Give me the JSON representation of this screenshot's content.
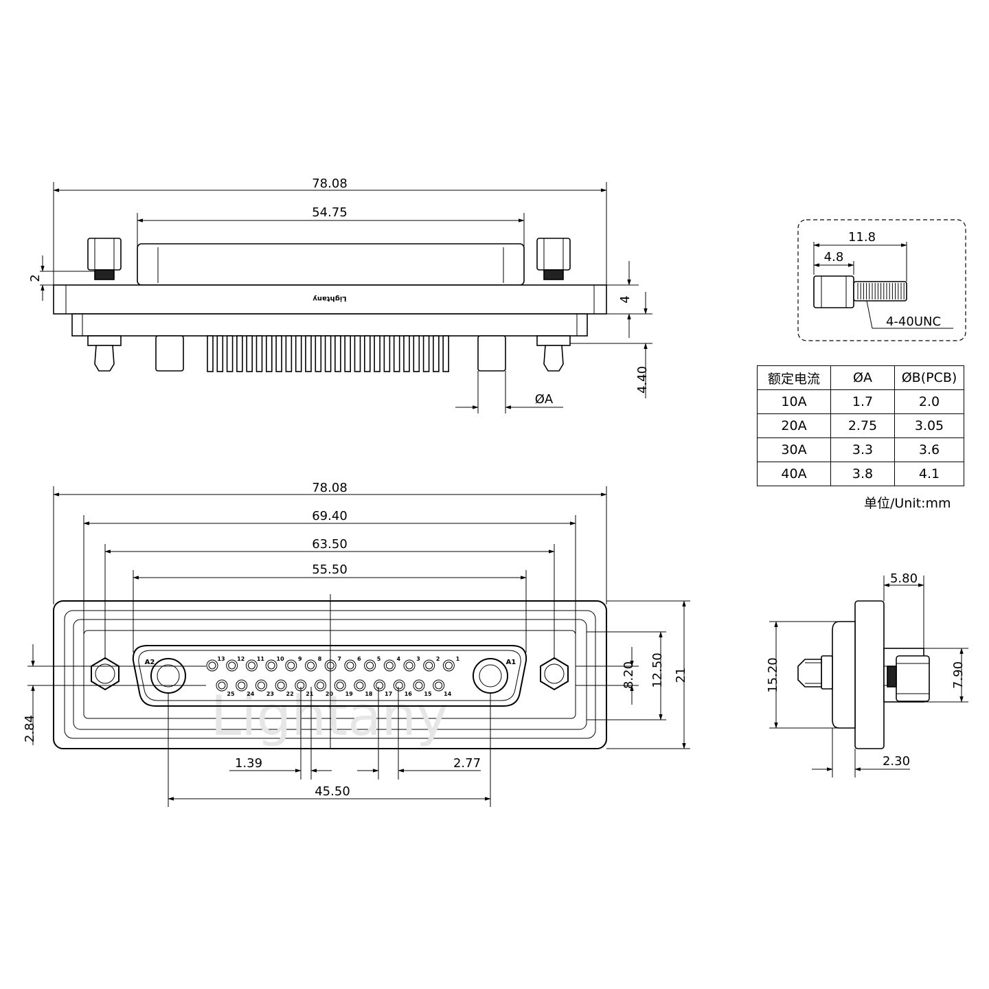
{
  "brand": {
    "logo_text": "Lightany",
    "watermark": "Lightany"
  },
  "top_view": {
    "dims": {
      "overall_width": "78.08",
      "shell_width": "54.75",
      "standoff_height": "2",
      "flange_thickness": "4",
      "pin_length": "4.40",
      "pin_diameter": "ØA"
    }
  },
  "screw_detail": {
    "overall_length": "11.8",
    "head_length": "4.8",
    "thread": "4-40UNC"
  },
  "spec_table": {
    "headers": [
      "额定电流",
      "ØA",
      "ØB(PCB)"
    ],
    "rows": [
      [
        "10A",
        "1.7",
        "2.0"
      ],
      [
        "20A",
        "2.75",
        "3.05"
      ],
      [
        "30A",
        "3.3",
        "3.6"
      ],
      [
        "40A",
        "3.8",
        "4.1"
      ]
    ],
    "unit": "单位/Unit:mm"
  },
  "front_view": {
    "dims": {
      "overall_width": "78.08",
      "outer_frame": "69.40",
      "mount_hole_pitch": "63.50",
      "shell_width": "55.50",
      "row_spacing": "8.20",
      "shell_height": "12.50",
      "overall_height": "21",
      "row_offset": "2.84",
      "pin_pitch_half": "1.39",
      "pin_pitch": "2.77",
      "power_pitch": "45.50"
    },
    "pin_labels_top": [
      "13",
      "12",
      "11",
      "10",
      "9",
      "8",
      "7",
      "6",
      "5",
      "4",
      "3",
      "2",
      "1"
    ],
    "pin_labels_bottom": [
      "25",
      "24",
      "23",
      "22",
      "21",
      "20",
      "19",
      "18",
      "17",
      "16",
      "15",
      "14"
    ],
    "power_labels": {
      "left": "A2",
      "right": "A1"
    }
  },
  "side_view": {
    "dims": {
      "depth": "5.80",
      "height": "15.20",
      "hex_height": "7.90",
      "flange": "2.30"
    }
  }
}
